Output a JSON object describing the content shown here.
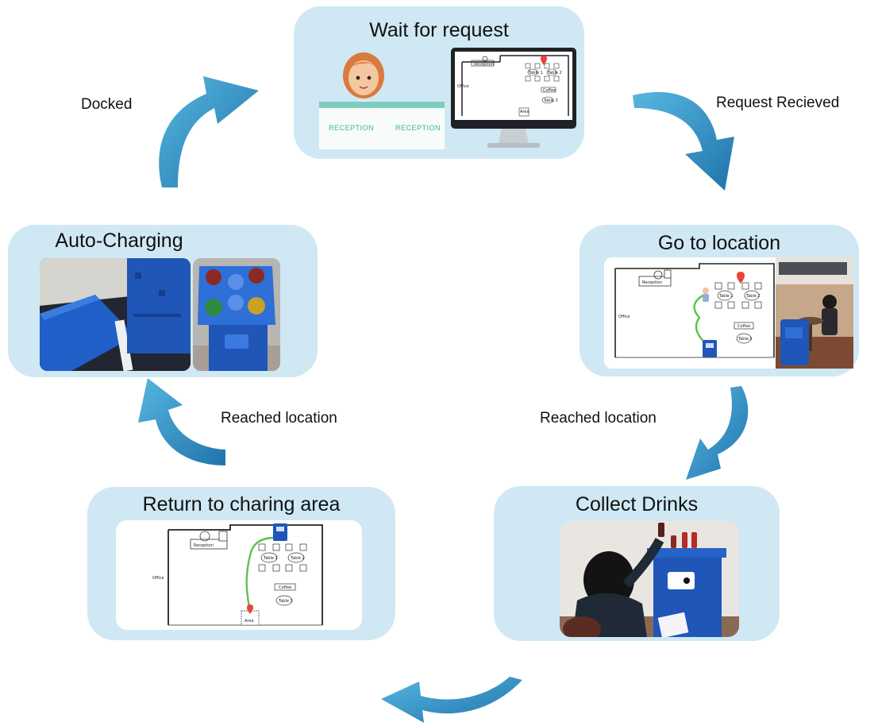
{
  "stages": {
    "wait": {
      "title": "Wait for request",
      "reception_left": "RECEPTION",
      "reception_right": "RECEPTION",
      "map_reception": "Reception",
      "map_table_1": "Table 1",
      "map_table_2": "Table 2",
      "map_office": "Office",
      "map_coffee": "Coffee",
      "map_table_3": "Table 3",
      "map_area": "Area"
    },
    "go": {
      "title": "Go to location",
      "map_reception": "Reception",
      "map_table_1": "Table 1",
      "map_table_2": "Table 2",
      "map_office": "Office",
      "map_coffee": "Coffee",
      "map_table_3": "Table 3"
    },
    "collect": {
      "title": "Collect Drinks"
    },
    "return": {
      "title": "Return to charing area",
      "map_reception": "Reception",
      "map_table_1": "Table 1",
      "map_table_2": "Table 2",
      "map_office": "Office",
      "map_coffee": "Coffee",
      "map_table_3": "Table 3",
      "map_area": "Area"
    },
    "charge": {
      "title": "Auto-Charging"
    }
  },
  "transitions": {
    "request_received": "Request Recieved",
    "reached_location_right": "Reached location",
    "reached_location_left": "Reached location",
    "docked": "Docked"
  },
  "colors": {
    "box_fill": "#cfe8f4",
    "arrow": "#2f8ec0",
    "robot_blue": "#1f56b8",
    "path_green": "#5cc24a",
    "pin_red": "#e8453c"
  },
  "icons": {
    "arrow": "curved-arrow-icon",
    "pin": "location-pin-icon",
    "robot": "robot-icon"
  }
}
